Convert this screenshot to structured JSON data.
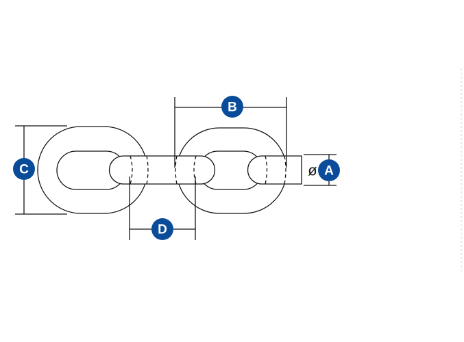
{
  "diagram": {
    "labels": {
      "a": "A",
      "b": "B",
      "c": "C",
      "d": "D"
    },
    "diameter_symbol": "ø",
    "badge_color": "#0a4c9a",
    "line_color": "#111111"
  }
}
